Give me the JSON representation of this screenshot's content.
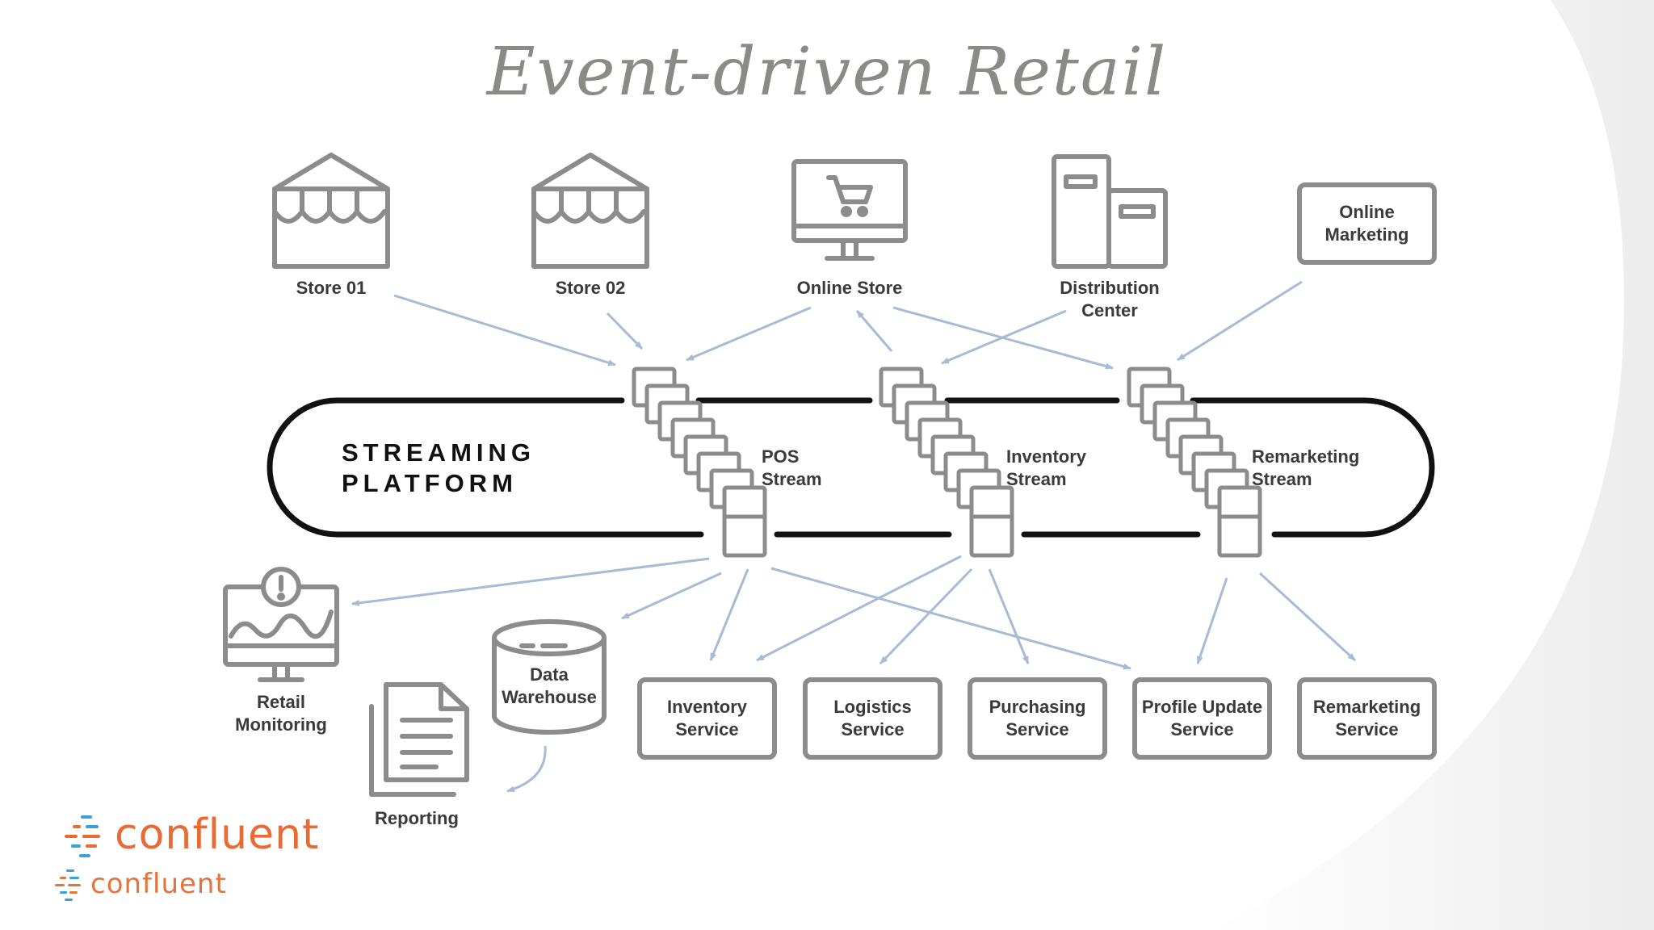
{
  "title": "Event-driven Retail",
  "sources": {
    "store01": "Store 01",
    "store02": "Store 02",
    "online_store": "Online Store",
    "distribution_center": [
      "Distribution",
      "Center"
    ],
    "online_marketing": [
      "Online",
      "Marketing"
    ]
  },
  "platform": [
    "STREAMING",
    "PLATFORM"
  ],
  "streams": {
    "pos": [
      "POS",
      "Stream"
    ],
    "inventory": [
      "Inventory",
      "Stream"
    ],
    "remarketing": [
      "Remarketing",
      "Stream"
    ]
  },
  "sinks": {
    "retail_monitoring": [
      "Retail",
      "Monitoring"
    ],
    "reporting": "Reporting",
    "data_warehouse": [
      "Data",
      "Warehouse"
    ],
    "inventory_service": [
      "Inventory",
      "Service"
    ],
    "logistics_service": [
      "Logistics",
      "Service"
    ],
    "purchasing_service": [
      "Purchasing",
      "Service"
    ],
    "profile_update_service": [
      "Profile Update",
      "Service"
    ],
    "remarketing_service": [
      "Remarketing",
      "Service"
    ]
  },
  "logo_text": [
    "confluent",
    "confluent"
  ],
  "colors": {
    "icon_gray": "#8c8c8c",
    "arrow": "#a7bbd6",
    "brand_orange": "#e96a32",
    "brand_blue": "#3aa0d8"
  },
  "icons": [
    "store-icon",
    "store-icon",
    "computer-cart-icon",
    "warehouse-building-icon",
    "monitor-alert-icon",
    "document-stack-icon",
    "database-cylinder-icon"
  ]
}
